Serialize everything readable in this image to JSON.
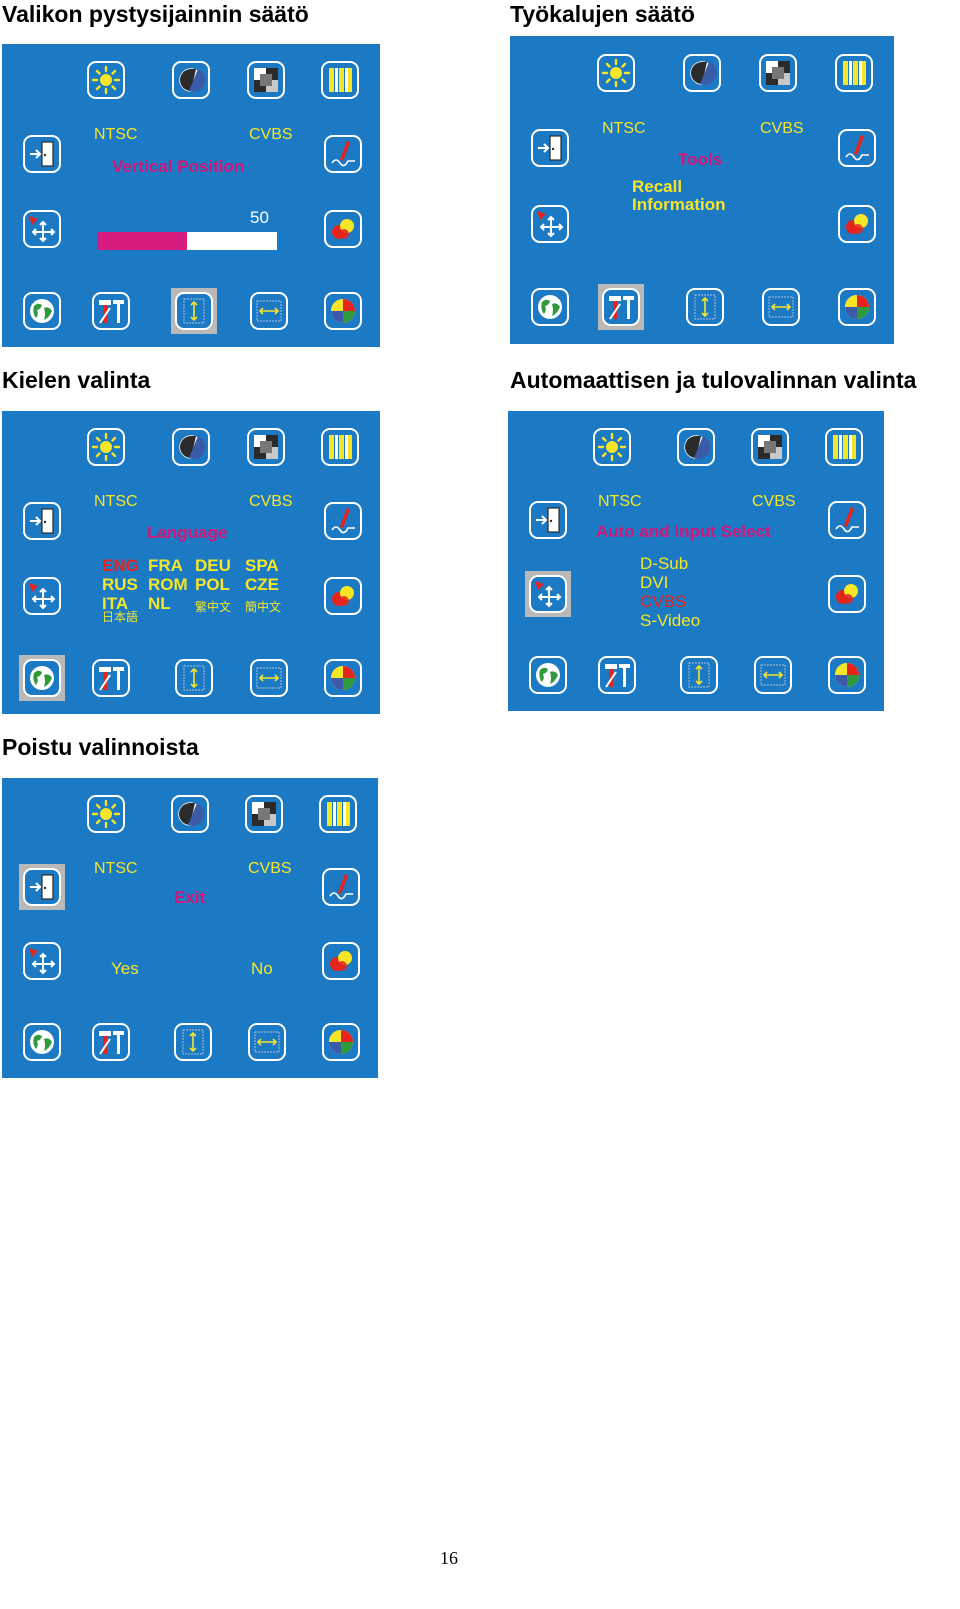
{
  "headings": {
    "vertical": "Valikon pystysijainnin säätö",
    "tools": "Työkalujen säätö",
    "language": "Kielen valinta",
    "auto": "Automaattisen ja tulovalinnan valinta",
    "exit": "Poistu valinnoista"
  },
  "osd": {
    "left_label": "NTSC",
    "right_label": "CVBS"
  },
  "vertical": {
    "title": "Vertical Position",
    "value_text": "50",
    "value": 50,
    "max": 100
  },
  "tools": {
    "title": "Tools",
    "line1": "Recall",
    "line2": "Information"
  },
  "language": {
    "title": "Language",
    "row1": [
      "ENG",
      "FRA",
      "DEU",
      "SPA"
    ],
    "row2": [
      "RUS",
      "ROM",
      "POL",
      "CZE"
    ],
    "row3": [
      "ITA",
      "NL",
      "繁中文",
      "簡中文"
    ],
    "row4": "日本語",
    "selected": "ENG"
  },
  "auto": {
    "title": "Auto and Input Select",
    "options": [
      "D-Sub",
      "DVI",
      "CVBS",
      "S-Video"
    ],
    "selected": "CVBS"
  },
  "exit": {
    "title": "Exit",
    "yes": "Yes",
    "no": "No"
  },
  "icons": {
    "top": [
      "brightness-icon",
      "contrast-icon",
      "color-block-icon",
      "color-bars-icon"
    ],
    "left": [
      "exit-door-icon",
      "position-icon"
    ],
    "right": [
      "sharpness-icon",
      "color-circles-icon"
    ],
    "bottom": [
      "language-globe-icon",
      "tools-icon",
      "vertical-position-icon",
      "horizontal-position-icon",
      "color-temperature-icon"
    ]
  },
  "colors": {
    "panel_bg": "#1c79c4",
    "text_yellow": "#f5e628",
    "title_magenta": "#d0187a",
    "selected_red": "#e5241e",
    "bar_fill": "#d81b7f"
  },
  "page_number": "16"
}
